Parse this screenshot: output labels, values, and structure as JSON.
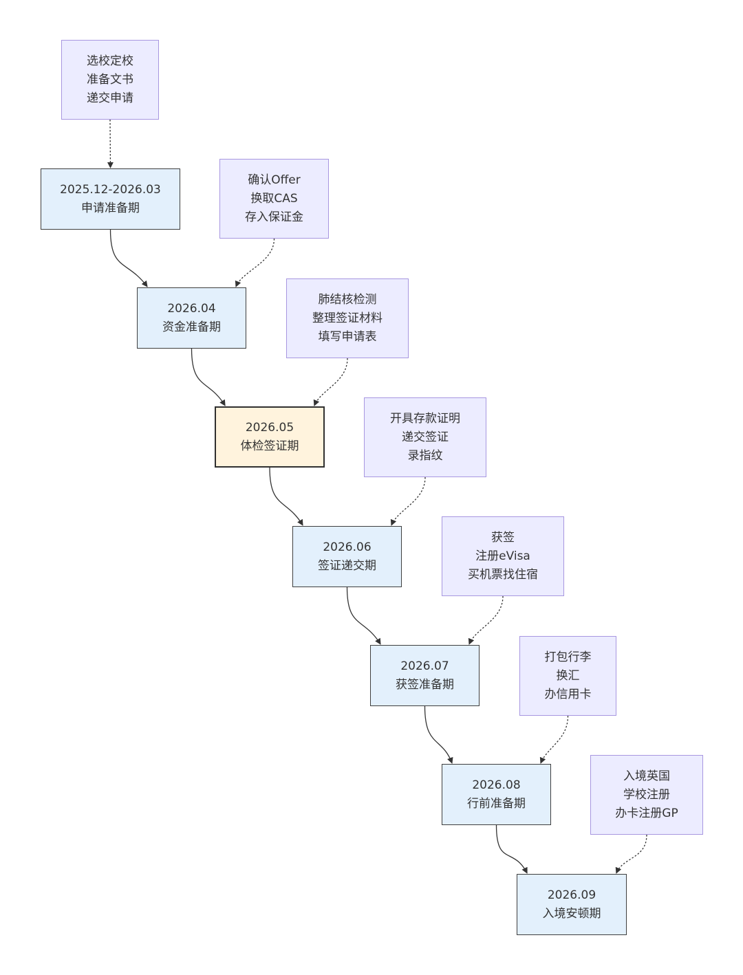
{
  "diagram": {
    "colors": {
      "stage_fill": "#e3f0fc",
      "stage_border": "#3d3d3d",
      "current_stage_fill": "#fff3dd",
      "task_fill": "#ececff",
      "task_border": "#a796e0",
      "edge": "#333333"
    },
    "nodes": [
      {
        "id": "t1",
        "kind": "task",
        "lines": [
          "选校定校",
          "准备文书",
          "递交申请"
        ]
      },
      {
        "id": "s1",
        "kind": "stage",
        "lines": [
          "2025.12-2026.03",
          "申请准备期"
        ]
      },
      {
        "id": "t2",
        "kind": "task",
        "lines": [
          "确认Offer",
          "换取CAS",
          "存入保证金"
        ]
      },
      {
        "id": "s2",
        "kind": "stage",
        "lines": [
          "2026.04",
          "资金准备期"
        ]
      },
      {
        "id": "t3",
        "kind": "task",
        "lines": [
          "肺结核检测",
          "整理签证材料",
          "填写申请表"
        ]
      },
      {
        "id": "s3",
        "kind": "stage",
        "current": true,
        "lines": [
          "2026.05",
          "体检签证期"
        ]
      },
      {
        "id": "t4",
        "kind": "task",
        "lines": [
          "开具存款证明",
          "递交签证",
          "录指纹"
        ]
      },
      {
        "id": "s4",
        "kind": "stage",
        "lines": [
          "2026.06",
          "签证递交期"
        ]
      },
      {
        "id": "t5",
        "kind": "task",
        "lines": [
          "获签",
          "注册eVisa",
          "买机票找住宿"
        ]
      },
      {
        "id": "s5",
        "kind": "stage",
        "lines": [
          "2026.07",
          "获签准备期"
        ]
      },
      {
        "id": "t6",
        "kind": "task",
        "lines": [
          "打包行李",
          "换汇",
          "办信用卡"
        ]
      },
      {
        "id": "s6",
        "kind": "stage",
        "lines": [
          "2026.08",
          "行前准备期"
        ]
      },
      {
        "id": "t7",
        "kind": "task",
        "lines": [
          "入境英国",
          "学校注册",
          "办卡注册GP"
        ]
      },
      {
        "id": "s7",
        "kind": "stage",
        "lines": [
          "2026.09",
          "入境安顿期"
        ]
      }
    ],
    "edges": [
      {
        "from": "t1",
        "to": "s1",
        "style": "dotted"
      },
      {
        "from": "s1",
        "to": "s2",
        "style": "solid"
      },
      {
        "from": "t2",
        "to": "s2",
        "style": "dotted"
      },
      {
        "from": "s2",
        "to": "s3",
        "style": "solid"
      },
      {
        "from": "t3",
        "to": "s3",
        "style": "dotted"
      },
      {
        "from": "s3",
        "to": "s4",
        "style": "solid"
      },
      {
        "from": "t4",
        "to": "s4",
        "style": "dotted"
      },
      {
        "from": "s4",
        "to": "s5",
        "style": "solid"
      },
      {
        "from": "t5",
        "to": "s5",
        "style": "dotted"
      },
      {
        "from": "s5",
        "to": "s6",
        "style": "solid"
      },
      {
        "from": "t6",
        "to": "s6",
        "style": "dotted"
      },
      {
        "from": "s6",
        "to": "s7",
        "style": "solid"
      },
      {
        "from": "t7",
        "to": "s7",
        "style": "dotted"
      }
    ]
  }
}
